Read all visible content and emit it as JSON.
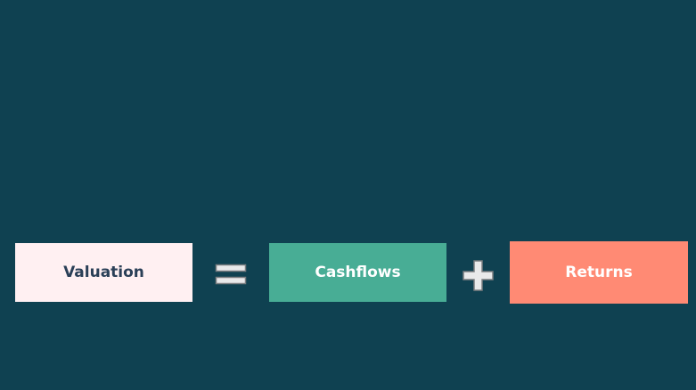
{
  "diagram": {
    "nodes": [
      {
        "label": "Valuation",
        "color": "#fff0f2",
        "text_color": "#2a3f57"
      },
      {
        "label": "Cashflows",
        "color": "#48ad95",
        "text_color": "#ffffff"
      },
      {
        "label": "Returns",
        "color": "#ff8a74",
        "text_color": "#ffffff"
      }
    ],
    "operators": [
      {
        "symbol_icon": "equals-icon"
      },
      {
        "symbol_icon": "plus-icon"
      }
    ],
    "colors": {
      "background": "#0f4151",
      "operator_fill": "#e9e9ea",
      "operator_stroke": "#7a7d80"
    }
  }
}
